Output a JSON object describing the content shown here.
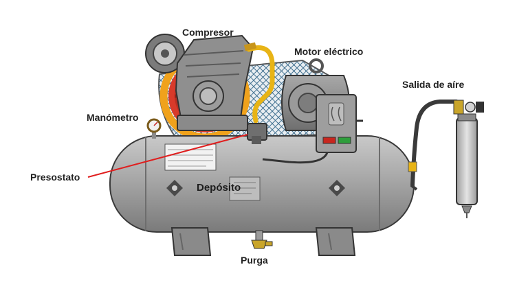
{
  "labels": {
    "compresor": "Compresor",
    "motor": "Motor eléctrico",
    "salida": "Salida de aíre",
    "manometro": "Manómetro",
    "presostato": "Presostato",
    "deposito": "Depósito",
    "purga": "Purga"
  },
  "colors": {
    "tank": "#a9a9a9",
    "tank_dark": "#7b7b7b",
    "belt_guard": "#f0a21c",
    "flywheel": "#d83a2a",
    "pointer": "#e01e1e",
    "pipe_yellow": "#e8b416",
    "mesh": "#3c6e8e",
    "start_button": "#2e9e3c",
    "stop_button": "#c8261e"
  }
}
